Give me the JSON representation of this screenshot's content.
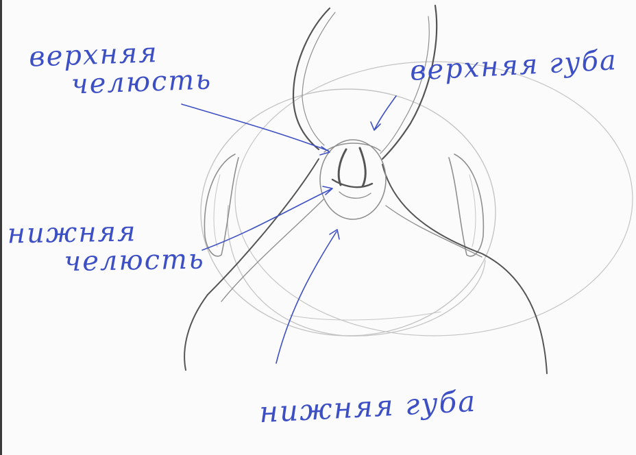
{
  "labels": {
    "upper_jaw": {
      "line1": "верхняя",
      "line2": "челюсть"
    },
    "upper_lip": {
      "text": "верхняя губа"
    },
    "lower_jaw": {
      "line1": "нижняя",
      "line2": "челюсть"
    },
    "lower_lip": {
      "text": "нижняя губа"
    }
  },
  "colors": {
    "ink": "#3d4fc4",
    "pencil": "#8f8f8f",
    "paper": "#fbfbfb"
  }
}
